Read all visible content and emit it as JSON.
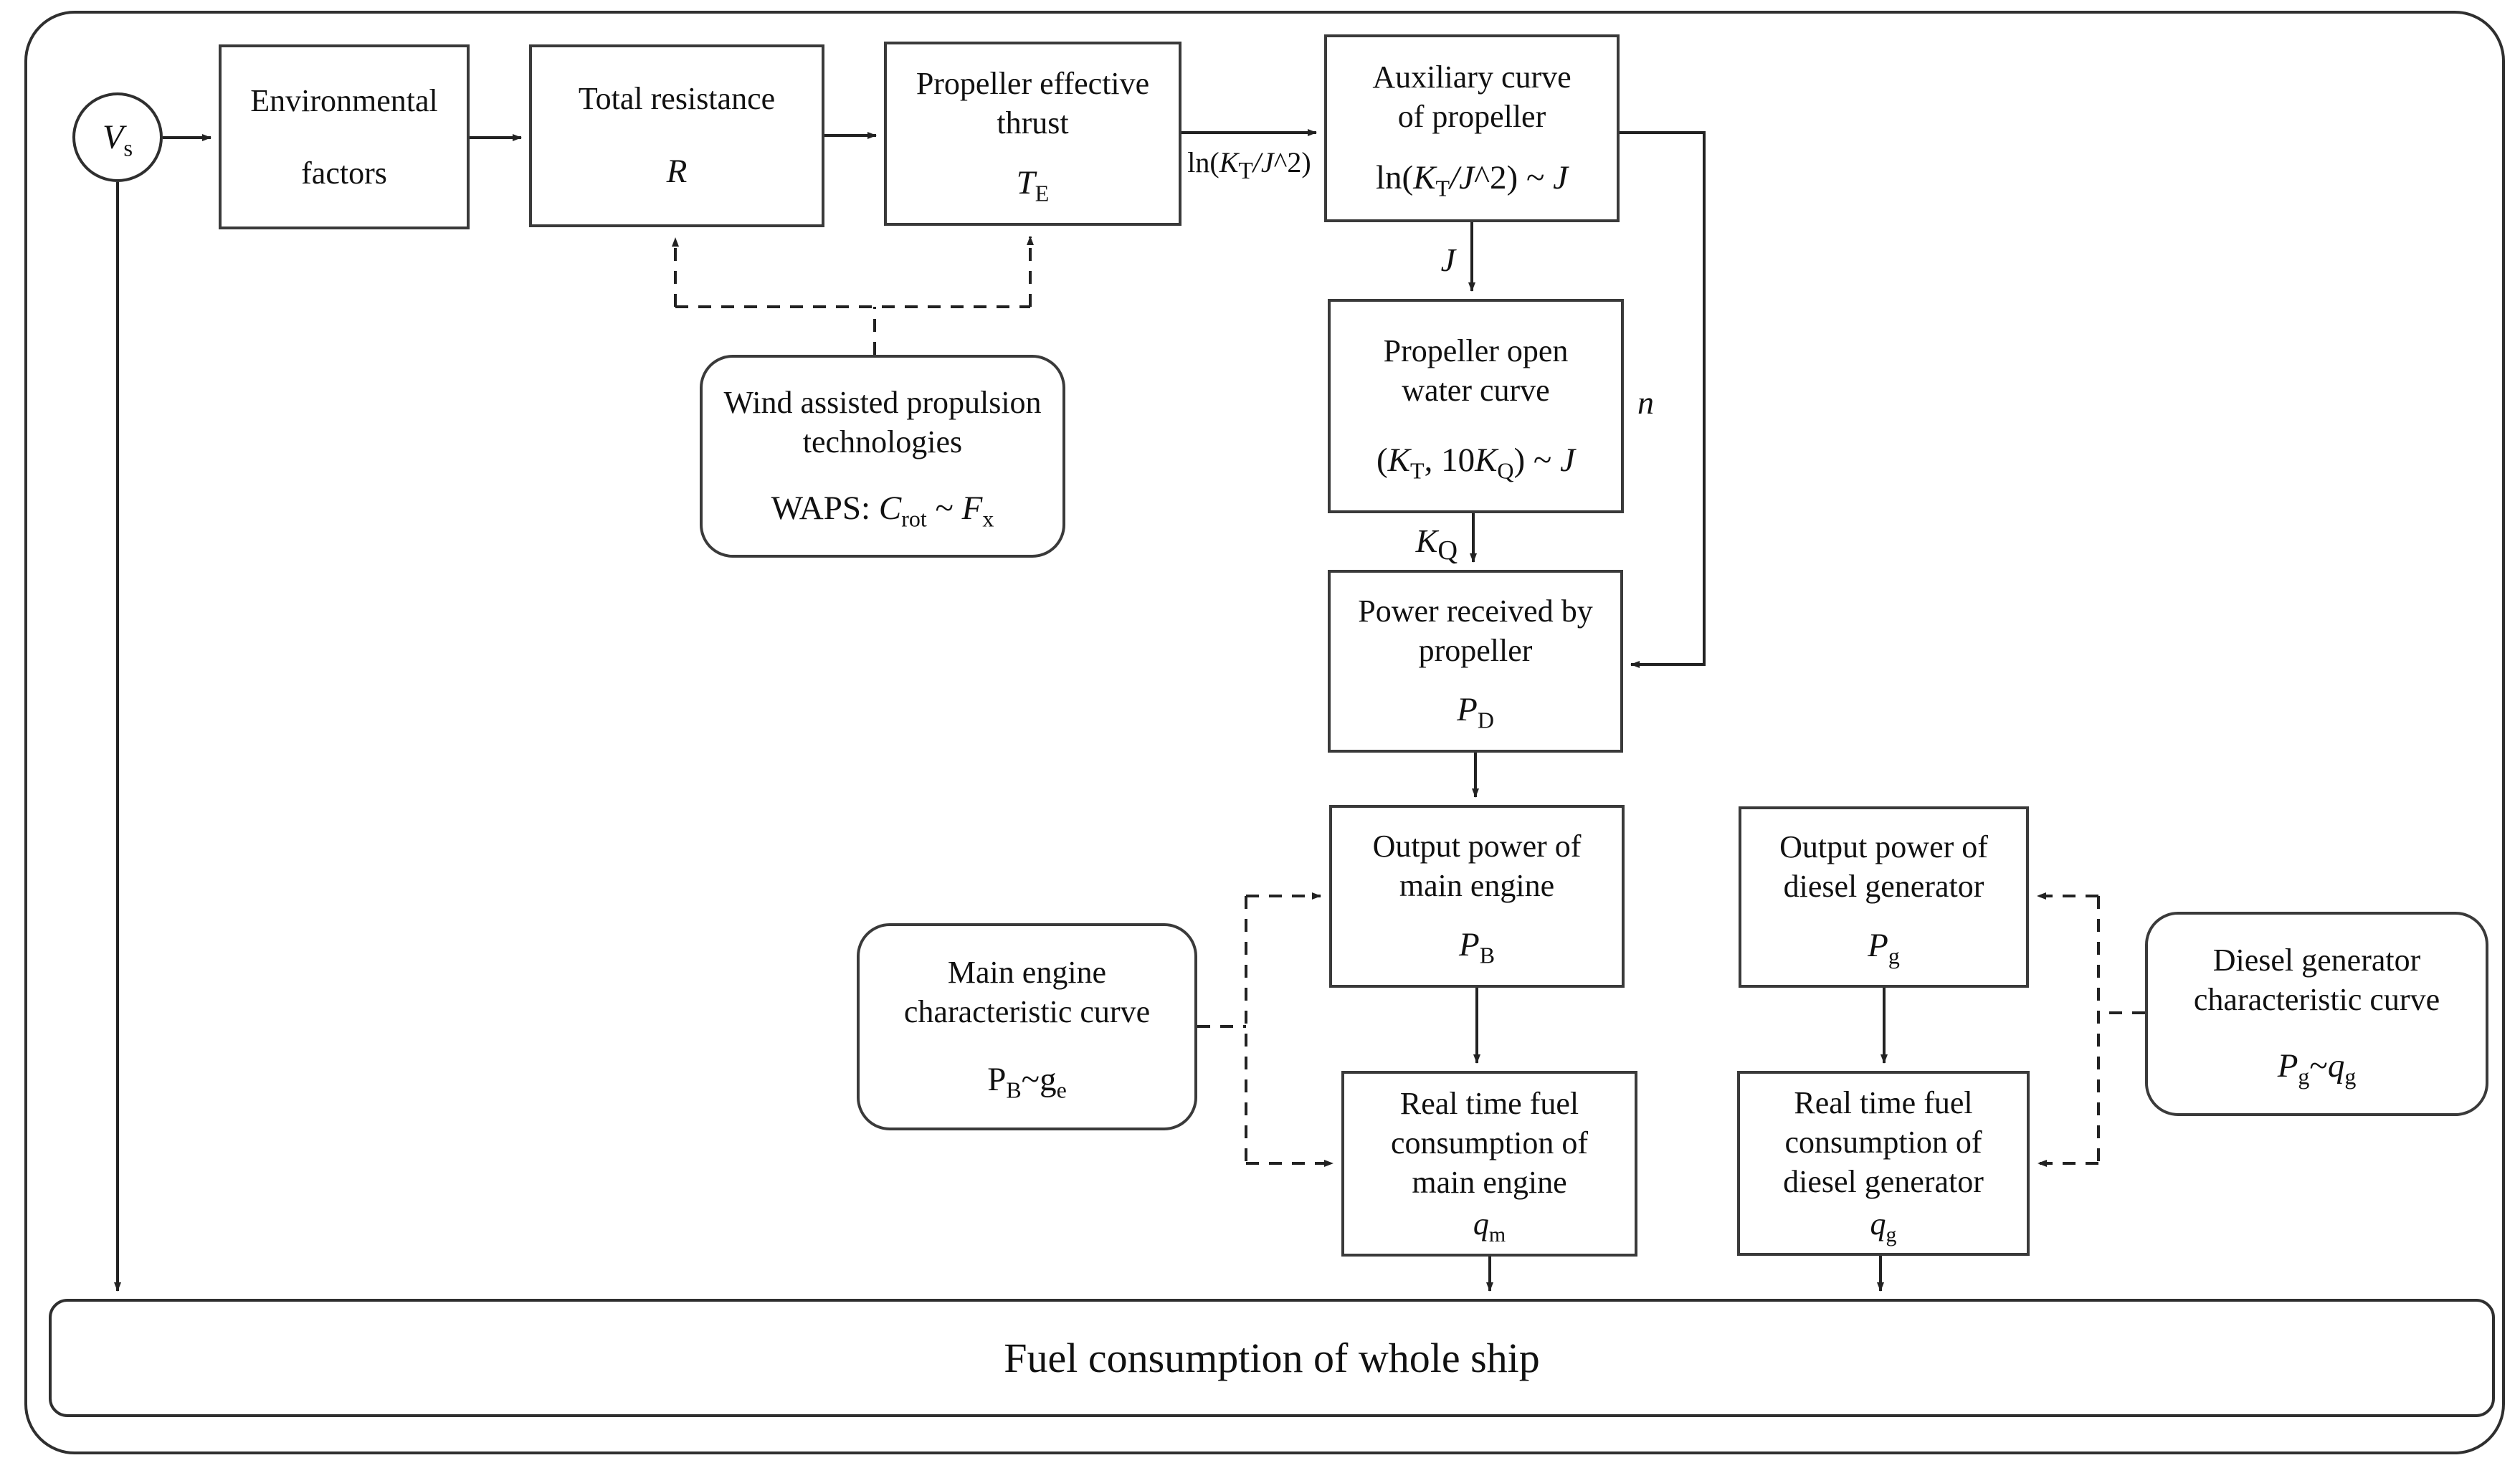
{
  "nodes": {
    "vs": {
      "sym": "V",
      "sub": "s"
    },
    "env": {
      "l1": "Environmental",
      "l2": "factors"
    },
    "res": {
      "l1": "Total resistance",
      "sym": "R"
    },
    "thrust": {
      "l1": "Propeller effective",
      "l2": "thrust",
      "sym": "T",
      "sub": "E"
    },
    "aux": {
      "l1": "Auxiliary curve",
      "l2": "of propeller",
      "f": [
        "ln(",
        "K",
        "T",
        "/J",
        "^2) ~ ",
        "J"
      ]
    },
    "openwater": {
      "l1": "Propeller open",
      "l2": "water curve",
      "f": [
        "(",
        "K",
        "T",
        ", 10",
        "K",
        "Q",
        ") ~ ",
        "J"
      ]
    },
    "power": {
      "l1": "Power received by",
      "l2": "propeller",
      "sym": "P",
      "sub": "D"
    },
    "waps": {
      "l1": "Wind assisted propulsion",
      "l2": "technologies",
      "f": [
        "WAPS: ",
        "C",
        "rot",
        " ~ ",
        "F",
        "x"
      ]
    },
    "out_main": {
      "l1": "Output power of",
      "l2": "main engine",
      "sym": "P",
      "sub": "B"
    },
    "out_gen": {
      "l1": "Output power of",
      "l2": "diesel generator",
      "sym": "P",
      "sub": "g"
    },
    "char_main": {
      "l1": "Main engine",
      "l2": "characteristic curve",
      "f": [
        "P",
        "B",
        "~g",
        "e"
      ]
    },
    "char_gen": {
      "l1": "Diesel generator",
      "l2": "characteristic curve",
      "f": [
        "P",
        "g",
        "~",
        "q",
        "g"
      ]
    },
    "fuel_main": {
      "l1": "Real time fuel",
      "l2": "consumption of",
      "l3": "main engine",
      "sym": "q",
      "sub": "m"
    },
    "fuel_gen": {
      "l1": "Real time fuel",
      "l2": "consumption of",
      "l3": "diesel generator",
      "sym": "q",
      "sub": "g"
    },
    "total": {
      "label": "Fuel consumption of whole ship"
    }
  },
  "edge_labels": {
    "lnkt": [
      "ln(",
      "K",
      "T",
      "/J",
      "^2)"
    ],
    "j": "J",
    "kq": [
      "K",
      "Q"
    ],
    "n": "n"
  },
  "colors": {
    "line": "#222222",
    "border": "#3a3a3a",
    "text": "#111111"
  }
}
